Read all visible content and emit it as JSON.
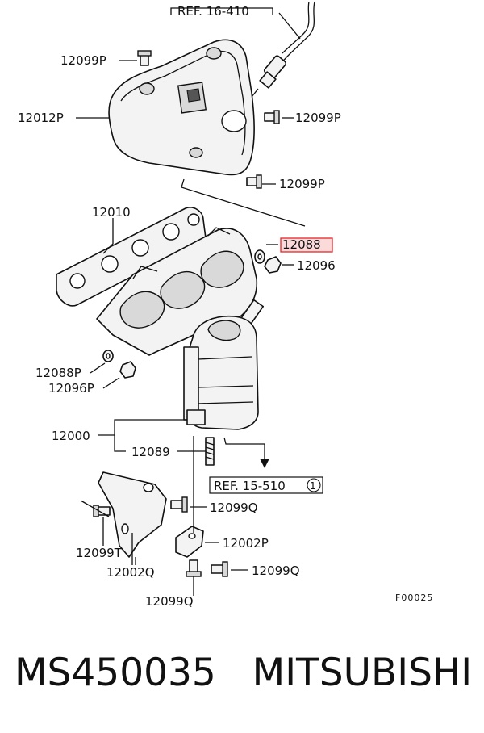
{
  "callouts": {
    "ref_top": "REF. 16-410",
    "p12099P_a": "12099P",
    "p12012P": "12012P",
    "p12099P_b": "12099P",
    "p12099P_c": "12099P",
    "p12010": "12010",
    "p12088": "12088",
    "p12096": "12096",
    "p12088P": "12088P",
    "p12096P": "12096P",
    "p12000": "12000",
    "p12089": "12089",
    "ref_bottom": "REF. 15-510",
    "ref_bottom_circle": "1",
    "p12099Q_a": "12099Q",
    "p12002P": "12002P",
    "p12099T": "12099T",
    "p12002Q": "12002Q",
    "p12099Q_b": "12099Q",
    "p12099Q_c": "12099Q",
    "figure_code": "F00025"
  },
  "highlight_color": "#e8262a",
  "footer": {
    "part_number": "MS450035",
    "brand": "MITSUBISHI"
  }
}
